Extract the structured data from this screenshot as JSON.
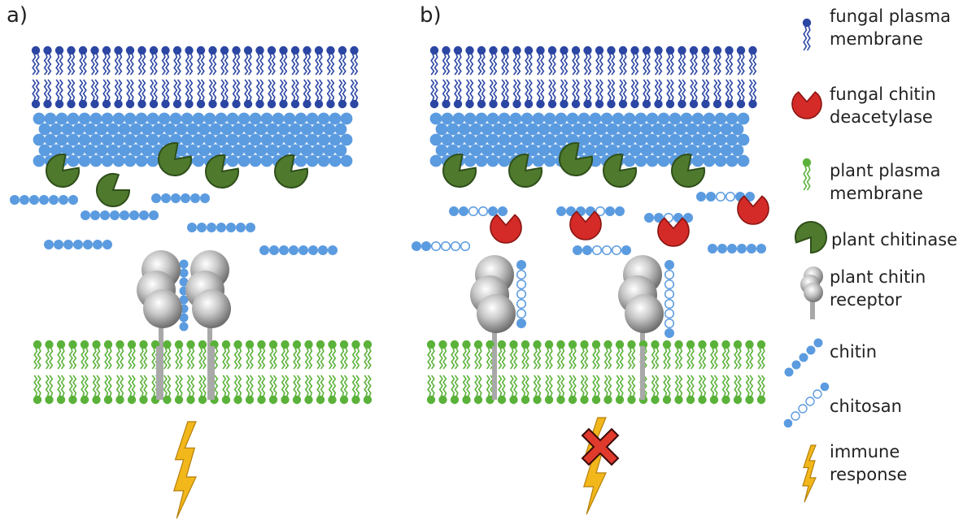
{
  "panels": {
    "a": "a)",
    "b": "b)"
  },
  "legend": [
    {
      "key": "fungal_membrane",
      "line1": "fungal plasma",
      "line2": "membrane",
      "icon": "fungal-lipid-icon"
    },
    {
      "key": "deacetylase",
      "line1": "fungal chitin",
      "line2": "deacetylase",
      "icon": "deacetylase-icon"
    },
    {
      "key": "plant_membrane",
      "line1": "plant plasma",
      "line2": "membrane",
      "icon": "plant-lipid-icon"
    },
    {
      "key": "chitinase",
      "line1": "plant chitinase",
      "line2": "",
      "icon": "chitinase-icon"
    },
    {
      "key": "receptor",
      "line1": "plant chitin",
      "line2": "receptor",
      "icon": "receptor-icon"
    },
    {
      "key": "chitin",
      "line1": "chitin",
      "line2": "",
      "icon": "chitin-icon"
    },
    {
      "key": "chitosan",
      "line1": "chitosan",
      "line2": "",
      "icon": "chitosan-icon"
    },
    {
      "key": "immune",
      "line1": "immune",
      "line2": "response",
      "icon": "lightning-icon"
    }
  ],
  "colors": {
    "fungal_membrane": "#2c46a3",
    "chitin": "#5b9be0",
    "chitinase": "#4f7a2e",
    "deacetylase": "#d42b28",
    "plant_membrane": "#5bb23a",
    "receptor": "#a8a8a8",
    "lightning": "#f2b71b",
    "block": "#e03a2c"
  }
}
